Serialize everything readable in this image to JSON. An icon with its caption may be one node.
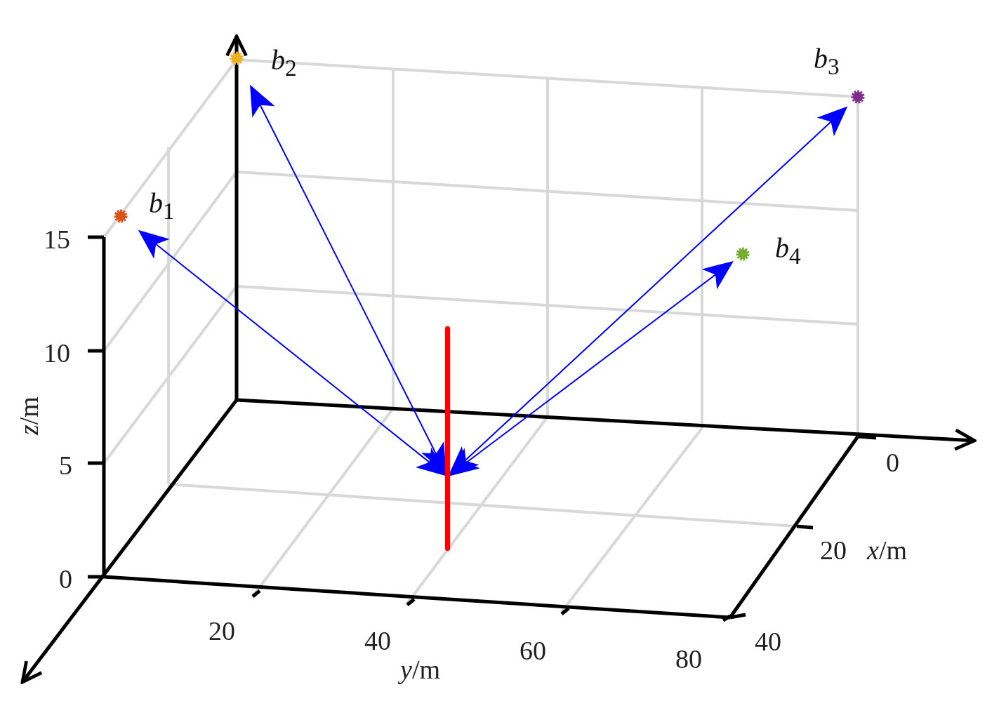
{
  "diagram": {
    "nodes": [
      {
        "text": [
          "*b*$_{1}$"
        ]
      },
      {
        "text": [
          "*b*$_{2}$"
        ]
      },
      {
        "text": [
          "*b*$_{3}$"
        ]
      },
      {
        "text": [
          "*b*$_{4}$"
        ]
      },
      {
        "text": [],
        "shape": "bar"
      }
    ],
    "edges": [
      {
        "from": 4,
        "to": 0,
        "arrow": "both"
      },
      {
        "from": 4,
        "to": 1,
        "arrow": "both"
      },
      {
        "from": 4,
        "to": 2,
        "arrow": "both"
      },
      {
        "from": 4,
        "to": 3,
        "arrow": "both"
      }
    ],
    "labels": [
      "15",
      "10",
      "5",
      "0",
      "*z*/m",
      "0",
      "20",
      "*x*/m",
      "40",
      "20",
      "40",
      "60",
      "80",
      "*y*/m"
    ]
  }
}
